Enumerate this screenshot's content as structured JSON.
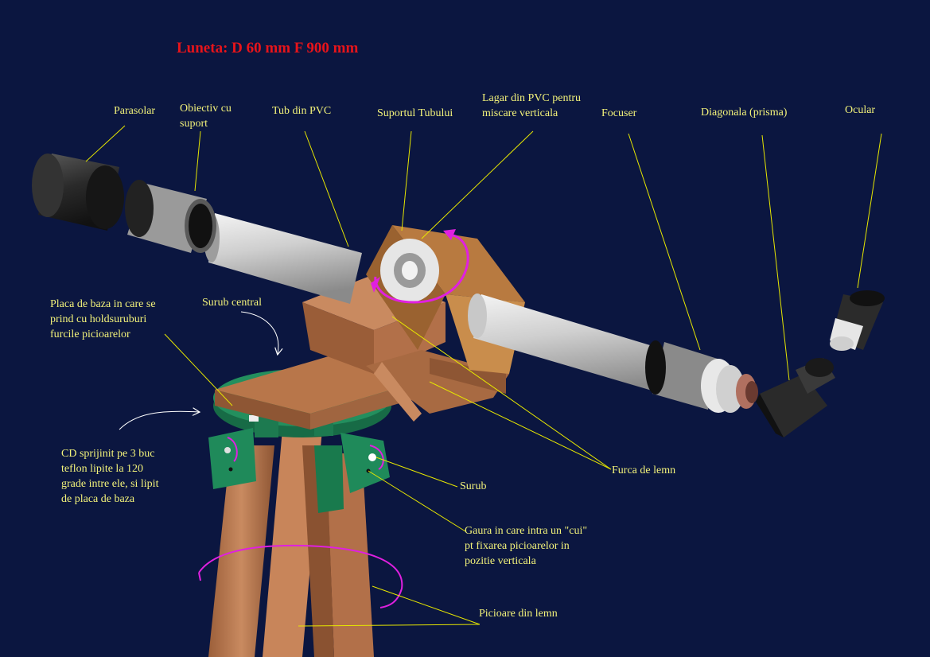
{
  "title": "Luneta: D 60 mm  F 900 mm",
  "labels": {
    "parasolar": "Parasolar",
    "obiectiv_l1": "Obiectiv cu",
    "obiectiv_l2": "suport",
    "tub": "Tub din PVC",
    "suport_tub": "Suportul Tubului",
    "lagar_l1": "Lagar din PVC pentru",
    "lagar_l2": "miscare verticala",
    "focuser": "Focuser",
    "diagonala": "Diagonala (prisma)",
    "ocular": "Ocular",
    "placa_l1": "Placa de baza in care se",
    "placa_l2": "prind cu holdsuruburi",
    "placa_l3": "furcile picioarelor",
    "surub_central": "Surub central",
    "cd_l1": "CD sprijinit pe 3 buc",
    "cd_l2": "teflon lipite la 120",
    "cd_l3": "grade intre ele, si lipit",
    "cd_l4": "de placa de baza",
    "furca": "Furca de lemn",
    "surub": "Surub",
    "gaura_l1": "Gaura in care intra un \"cui\"",
    "gaura_l2": "pt fixarea picioarelor in",
    "gaura_l3": "pozitie verticala",
    "picioare": "Picioare din lemn"
  },
  "colors": {
    "background": "#0b1640",
    "label": "#f2f27a",
    "leader": "#e6e600",
    "title": "#e8141a",
    "wood": "#c27c50",
    "mount_green": "#1f8a5a",
    "pvc": "#c8c8c8",
    "rotation_arrow": "#e020e0"
  }
}
